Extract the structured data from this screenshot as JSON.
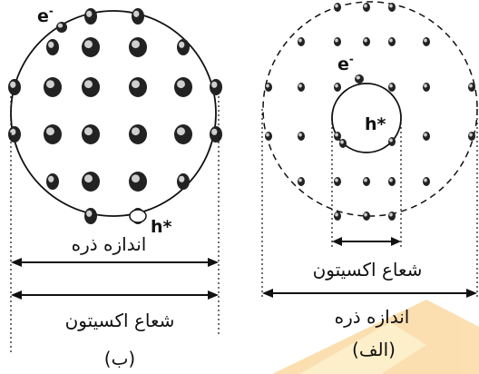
{
  "panels": {
    "b": {
      "tag": "(ب)",
      "electron_label": "e",
      "electron_sup": "-",
      "hole_label": "h*",
      "particle_size_label": "اندازه ذره",
      "exciton_radius_label": "شعاع اکسیتون"
    },
    "alef": {
      "tag": "(الف)",
      "electron_label": "e",
      "electron_sup": "-",
      "hole_label": "h*",
      "exciton_radius_label": "شعاع اکسیتون",
      "particle_size_label": "اندازه ذره"
    }
  },
  "colors": {
    "ink": "#111111",
    "background": "#ffffff",
    "watermark_orange": "#f5a623",
    "watermark_yellow": "#f8d26a"
  }
}
